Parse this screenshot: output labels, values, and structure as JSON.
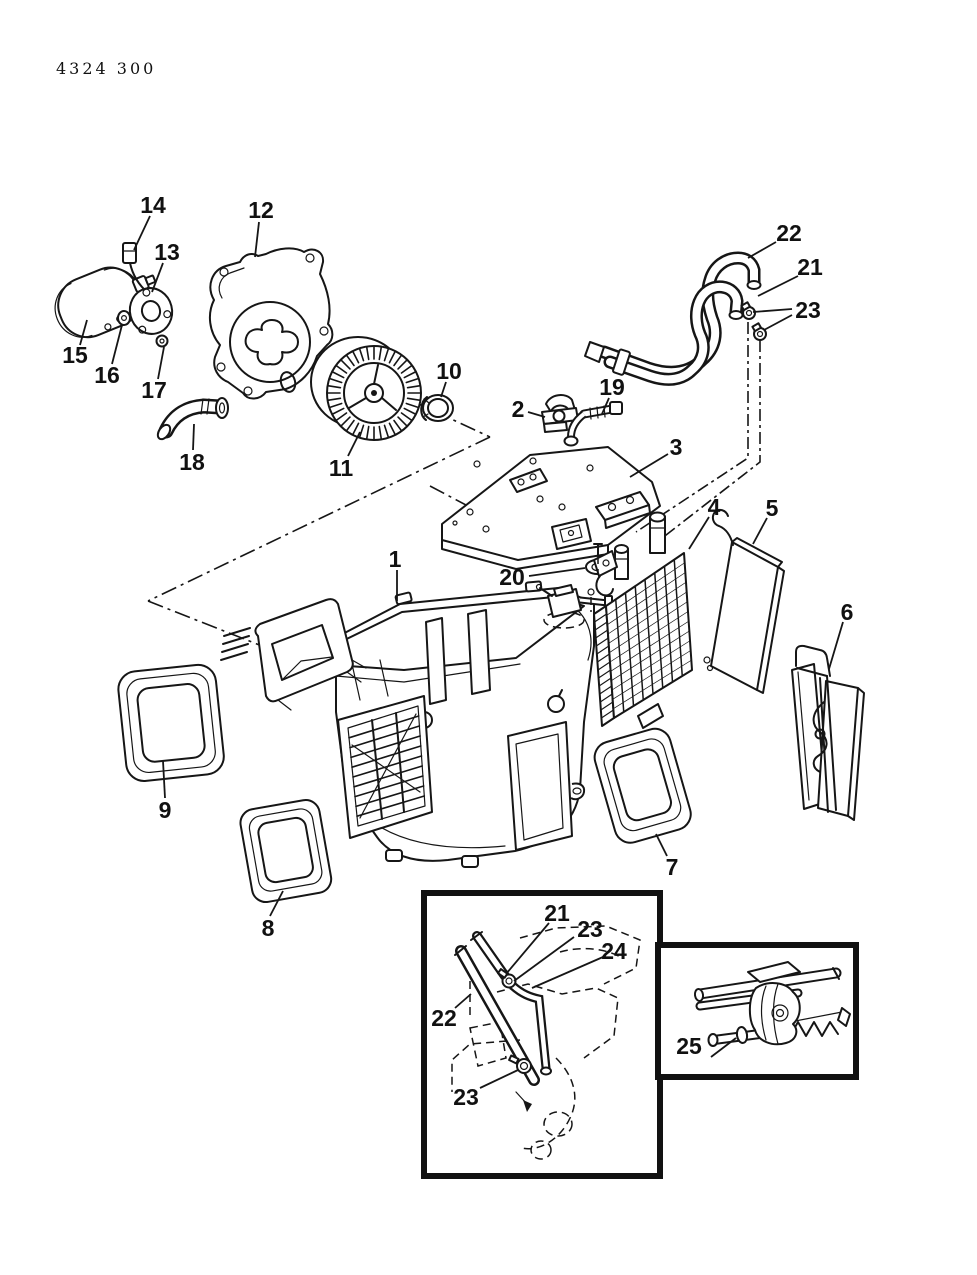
{
  "drawing_code": "4324 300",
  "colors": {
    "ink": "#161616",
    "paper": "#ffffff"
  },
  "callouts": {
    "c1": "1",
    "c2": "2",
    "c3": "3",
    "c4": "4",
    "c5": "5",
    "c6": "6",
    "c7": "7",
    "c8": "8",
    "c9": "9",
    "c10": "10",
    "c11": "11",
    "c12": "12",
    "c13": "13",
    "c14": "14",
    "c15": "15",
    "c16": "16",
    "c17": "17",
    "c18": "18",
    "c19": "19",
    "c20": "20",
    "c21": "21",
    "c22": "22",
    "c23": "23"
  },
  "insets": {
    "engine_routing": {
      "l21": "21",
      "l23a": "23",
      "l24": "24",
      "l22": "22",
      "l23b": "23"
    },
    "water_valve": {
      "l25": "25"
    }
  }
}
